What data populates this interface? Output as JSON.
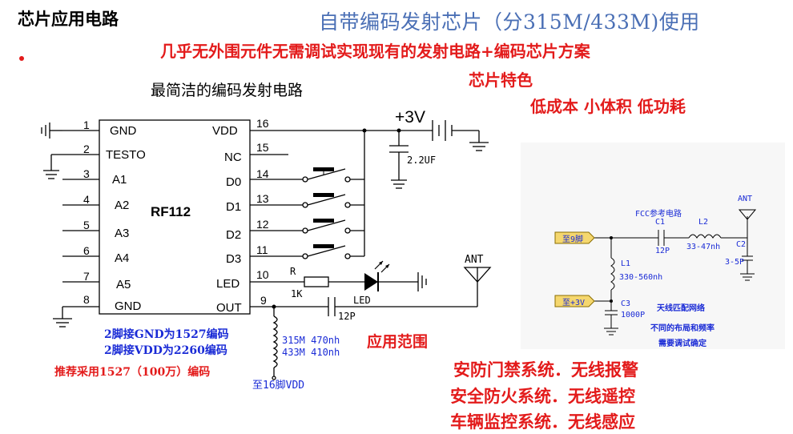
{
  "header": {
    "title": "芯片应用电路",
    "subtitle": "自带编码发射芯片（分315M/433M)使用"
  },
  "features": {
    "line1": "几乎无外围元件无需调试实现现有的发射电路+编码芯片方案",
    "heading": "芯片特色",
    "line2": "低成本  小体积  低功耗"
  },
  "circuit": {
    "caption": "最简洁的编码发射电路",
    "chip_name": "RF112",
    "pins_left": [
      {
        "num": "1",
        "name": "GND"
      },
      {
        "num": "2",
        "name": "TESTO"
      },
      {
        "num": "3",
        "name": "A1"
      },
      {
        "num": "4",
        "name": "A2"
      },
      {
        "num": "5",
        "name": "A3"
      },
      {
        "num": "6",
        "name": "A4"
      },
      {
        "num": "7",
        "name": "A5"
      },
      {
        "num": "8",
        "name": "GND"
      }
    ],
    "pins_right": [
      {
        "num": "16",
        "name": "VDD"
      },
      {
        "num": "15",
        "name": "NC"
      },
      {
        "num": "14",
        "name": "D0"
      },
      {
        "num": "13",
        "name": "D1"
      },
      {
        "num": "12",
        "name": "D2"
      },
      {
        "num": "11",
        "name": "D3"
      },
      {
        "num": "10",
        "name": "LED"
      },
      {
        "num": "9",
        "name": "OUT"
      }
    ],
    "supply": "+3V",
    "cap_main": "2.2UF",
    "resistor_label": "R",
    "resistor_value": "1K",
    "led_label": "LED",
    "cap_out": "12P",
    "antenna": "ANT",
    "inductor_note_1": "315M  470nh",
    "inductor_note_2": "433M  410nh",
    "to_vdd": "至16脚VDD",
    "note_gnd": "2脚接GND为1527编码",
    "note_vdd": "2脚接VDD为2260编码",
    "recommend": "推荐采用1527（100万）编码"
  },
  "fcc": {
    "title": "FCC参考电路",
    "pin9": "至9脚",
    "vcc": "至+3V",
    "c1": "C1",
    "c1_value": "12P",
    "l2": "L2",
    "l2_value": "33-47nh",
    "c2": "C2",
    "c2_value": "3-5P",
    "l1": "L1",
    "l1_value": "330-560nh",
    "c3": "C3",
    "c3_value": "1000P",
    "ant": "ANT",
    "note1": "天线匹配网络",
    "note2": "不同的布局和频率",
    "note3": "需要调试确定"
  },
  "applications": {
    "title": "应用范围",
    "items": [
      "安防门禁系统．无线报警",
      "安全防火系统．无线遥控",
      "车辆监控系统．无线感应"
    ]
  },
  "colors": {
    "red": "#e31b1b",
    "blue": "#1a2bd6",
    "subtitle": "#4a6fb5"
  }
}
